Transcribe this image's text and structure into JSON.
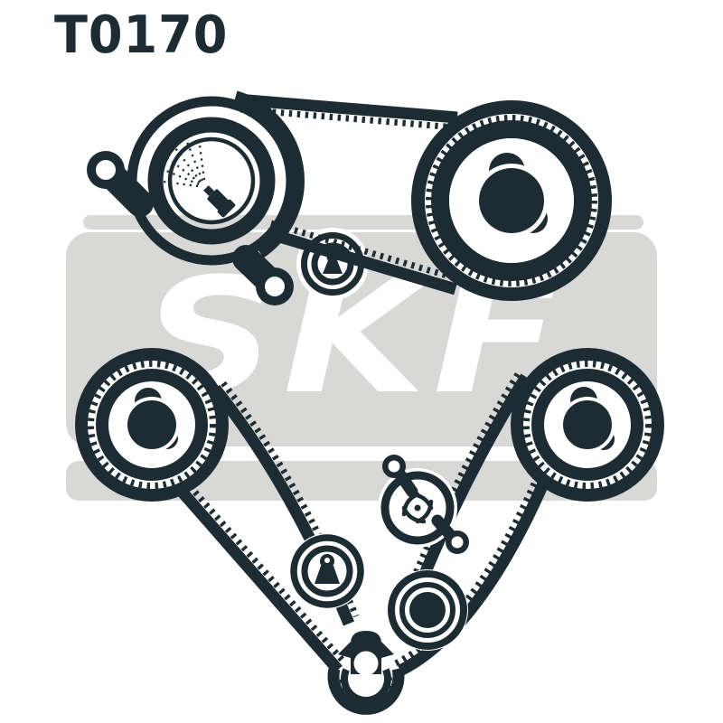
{
  "title": "T0170",
  "watermark": "SKF",
  "colors": {
    "ink": "#1d2b33",
    "watermark_gray": "#d8d8d6",
    "background": "#ffffff"
  },
  "diagram": {
    "type": "parts-illustration",
    "subject": "timing belt kit layout",
    "parts": [
      "water-pump-housing-with-spray-seal",
      "timing-belt-upper",
      "crankshaft-toothed-gear",
      "tensioner-pulley-middle",
      "camshaft-pulley-left",
      "camshaft-pulley-right",
      "timing-belt-lower",
      "water-pump-impeller",
      "tensioner-pulley-small",
      "idler-pulley",
      "belt-tensioner-bracket"
    ]
  }
}
